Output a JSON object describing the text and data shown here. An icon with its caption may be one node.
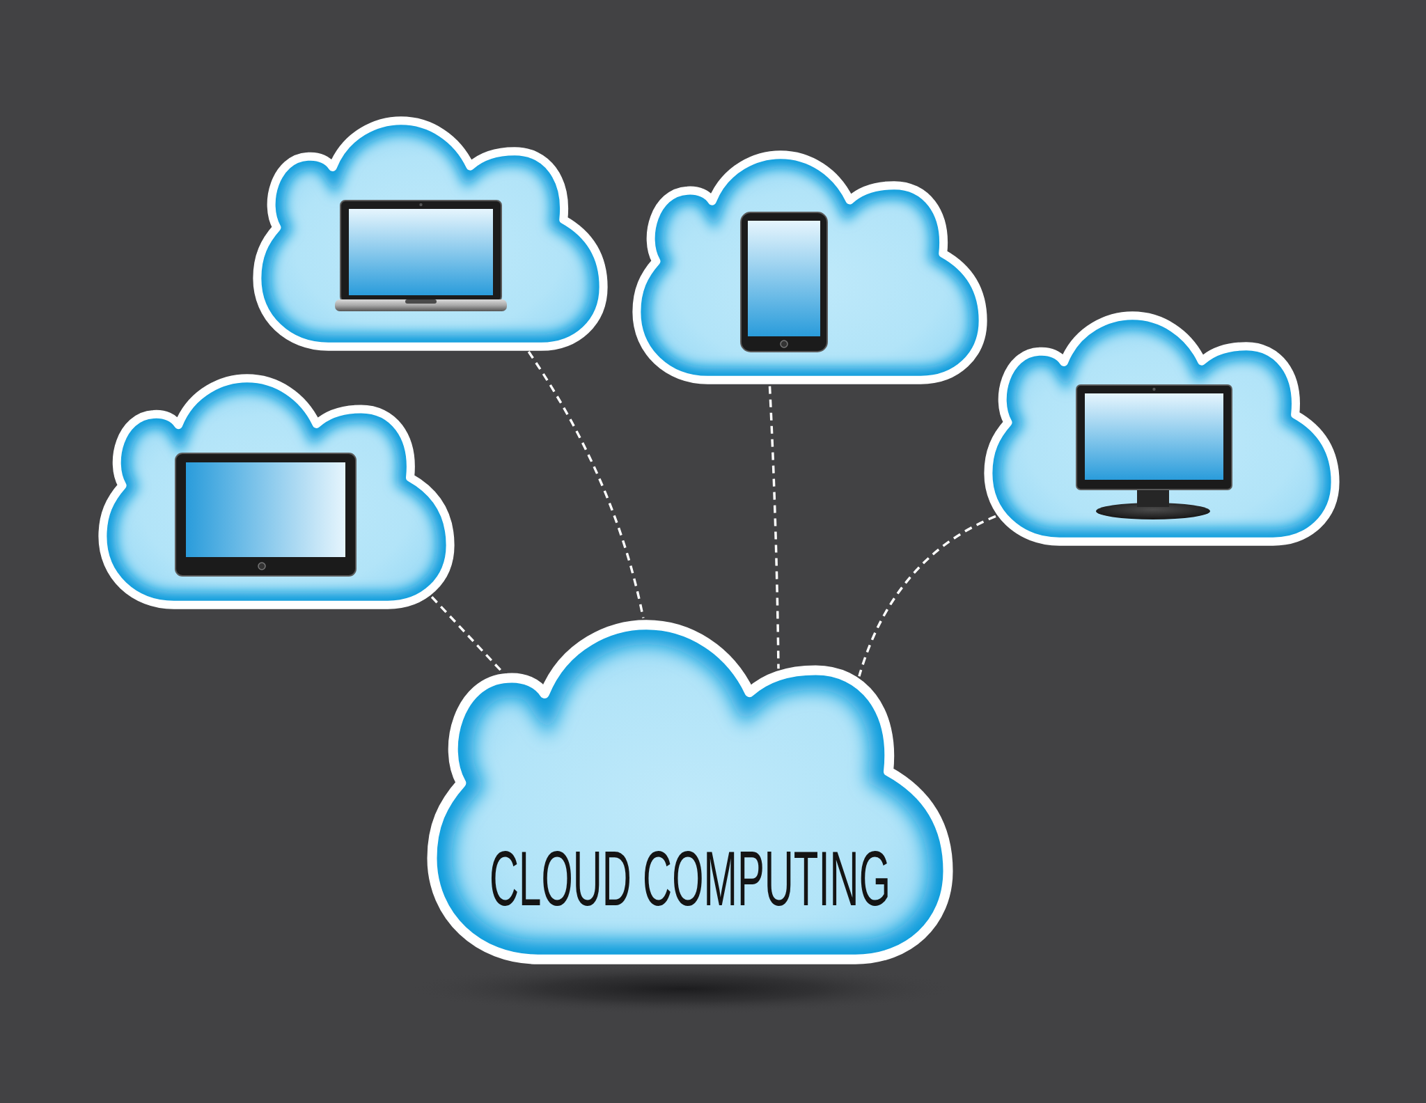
{
  "diagram": {
    "nodes": [
      {
        "text": [],
        "shape": "cloud"
      },
      {
        "text": [],
        "shape": "cloud"
      },
      {
        "text": [],
        "shape": "cloud"
      },
      {
        "text": [],
        "shape": "cloud"
      },
      {
        "text": [
          "CLOUD COMPUTING"
        ]
      }
    ],
    "edges": [
      {
        "from": 0,
        "to": 4,
        "arrow": "none",
        "style": "dashed"
      },
      {
        "from": 1,
        "to": 4,
        "arrow": "none",
        "style": "dashed"
      },
      {
        "from": 2,
        "to": 4,
        "arrow": "none",
        "style": "dashed"
      },
      {
        "from": 3,
        "to": 4,
        "arrow": "none",
        "style": "dashed"
      }
    ]
  }
}
